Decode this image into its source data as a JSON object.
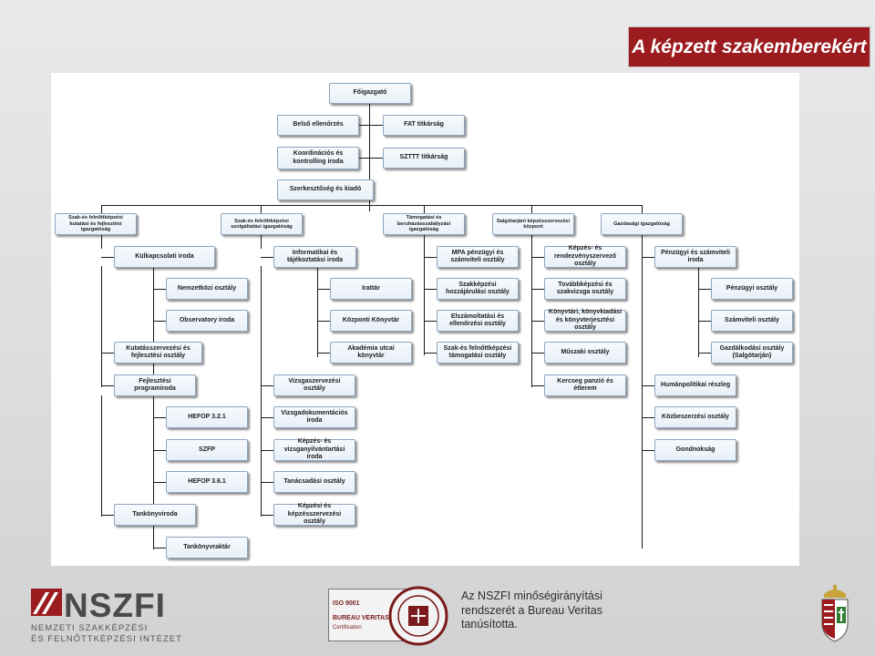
{
  "header": {
    "title": "A képzett szakemberekért"
  },
  "org_chart": {
    "main": "Főigazgató",
    "staff": {
      "belso_ellenorzes": "Belső ellenőrzés",
      "fat_titkarsag": "FAT titkárság",
      "koordinacios": "Koordinációs és kontrolling iroda",
      "szttt_titkarsag": "SZTTT titkárság",
      "szerkesztoseg": "Szerkesztőség és kiadó"
    },
    "directorates": [
      "Szak-és felnőttképzési kutatási és fejlesztési igazgatóság",
      "Szak-és felnőttképzési szolgáltatási igazgatóság",
      "Támogatási és beruházásszabályzási igazgatóság",
      "Salgótarjáni képzésszervezési központ",
      "Gazdasági igazgatóság"
    ],
    "col1": [
      "Külkapcsolati iroda",
      "Nemzetközi osztály",
      "Observatory iroda",
      "Kutatásszervezési és fejlesztési osztály",
      "Fejlesztési programiroda",
      "HEFOP 3.2.1",
      "SZFP",
      "HEFOP 3.6.1",
      "Tankönyviroda",
      "Tankönyvraktár"
    ],
    "col2": [
      "Informatikai és tájékoztatási iroda",
      "Irattár",
      "Központi Könyvtár",
      "Akadémia utcai könyvtár",
      "Vizsgaszervezési osztály",
      "Vizsgadokumentációs iroda",
      "Képzés- és vizsganyilvántartási iroda",
      "Tanácsadási osztály",
      "Képzési és képzésszervezési osztály"
    ],
    "col3": [
      "MPA pénzügyi és számviteli osztály",
      "Szakképzési hozzájárulási osztály",
      "Elszámoltatási és ellenőrzési osztály",
      "Szak-és felnőttképzési támogatási osztály"
    ],
    "col4": [
      "Képzés- és rendezvényszervező osztály",
      "Továbbképzési és szakvizsga osztály",
      "Könyvtári, könyvkiadási és könyvterjesztési osztály",
      "Műszaki osztály",
      "Kercseg panzió és étterem"
    ],
    "col5": [
      "Pénzügyi és számviteli iroda",
      "Pénzügyi osztály",
      "Számviteli osztály",
      "Gazdálkodási osztály (Salgótarján)",
      "Humánpolitikai részleg",
      "Közbeszerzési osztály",
      "Gondnokság"
    ]
  },
  "footer": {
    "org_short": "NSZFI",
    "org_line1": "NEMZETI SZAKKÉPZÉSI",
    "org_line2": "ÉS FELNŐTTKÉPZÉSI INTÉZET",
    "cert_iso": "ISO 9001",
    "cert_bv": "BUREAU VERITAS",
    "cert_cert": "Certification",
    "cert_line1": "Az NSZFI minőségirányítási",
    "cert_line2": "rendszerét a Bureau Veritas",
    "cert_line3": "tanúsította."
  },
  "colors": {
    "title_bg": "#9b1b1f",
    "box_border": "#8fa6be",
    "nszfi_red": "#9b1b1f"
  }
}
